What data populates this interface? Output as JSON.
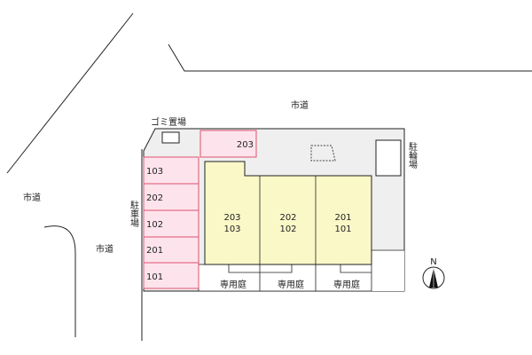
{
  "roads": {
    "top": "市道",
    "left": "市道",
    "middle": "市道"
  },
  "labels": {
    "garbage": "ゴミ置場",
    "bicycle_parking": "駐輪場",
    "car_parking": "駐車場"
  },
  "parking_spaces": [
    "103",
    "202",
    "102",
    "201",
    "101"
  ],
  "parking_top": "203",
  "units": [
    {
      "upper": "203",
      "lower": "103",
      "garden": "専用庭"
    },
    {
      "upper": "202",
      "lower": "102",
      "garden": "専用庭"
    },
    {
      "upper": "201",
      "lower": "101",
      "garden": "専用庭"
    }
  ],
  "compass": "N",
  "colors": {
    "parking": "#fde4ec",
    "parking_border": "#e05070",
    "building": "#fbf8c8",
    "lot": "#efefef"
  }
}
